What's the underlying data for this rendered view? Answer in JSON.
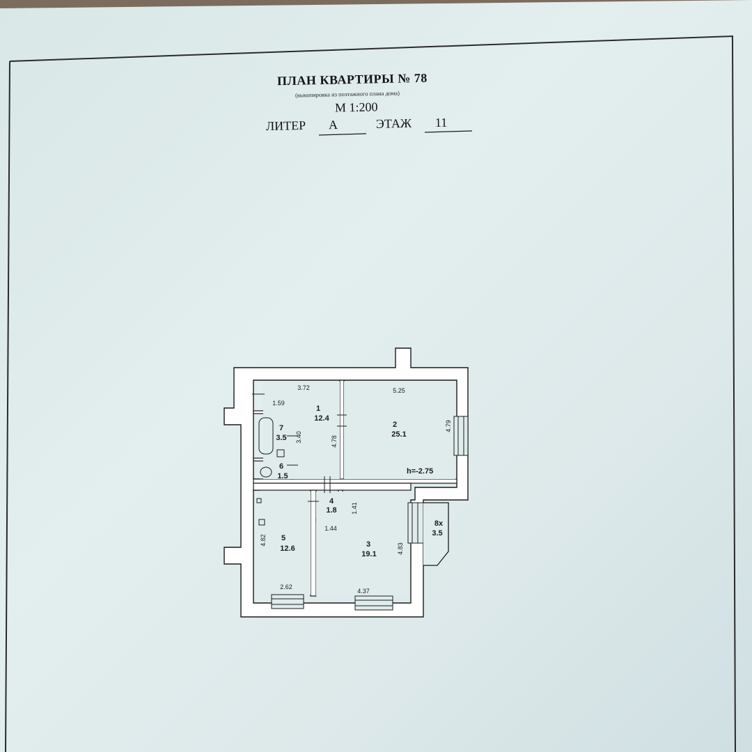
{
  "header": {
    "title": "ПЛАН КВАРТИРЫ № 78",
    "subtitle": "(выкопировка из поэтажного плана дома)",
    "scale": "М 1:200",
    "liter_label": "ЛИТЕР",
    "liter_value": "А",
    "floor_label": "ЭТАЖ",
    "floor_value": "11"
  },
  "plan": {
    "rooms": [
      {
        "number": "1",
        "area": "12.4"
      },
      {
        "number": "2",
        "area": "25.1"
      },
      {
        "number": "3",
        "area": "19.1"
      },
      {
        "number": "4",
        "area": "1.8"
      },
      {
        "number": "5",
        "area": "12.6"
      },
      {
        "number": "6",
        "area": "1.5"
      },
      {
        "number": "7",
        "area": "3.5"
      },
      {
        "number": "8х",
        "area": "3.5"
      }
    ],
    "dimensions": [
      "3.72",
      "5.25",
      "1.59",
      "3.40",
      "4.78",
      "4.79",
      "1.41",
      "1.44",
      "4.82",
      "4.83",
      "2.62",
      "4.37"
    ],
    "ceiling_height": "h=-2.75"
  },
  "colors": {
    "paper": "#e0ecec",
    "wall": "#ffffff",
    "line": "#1a1a1a"
  }
}
